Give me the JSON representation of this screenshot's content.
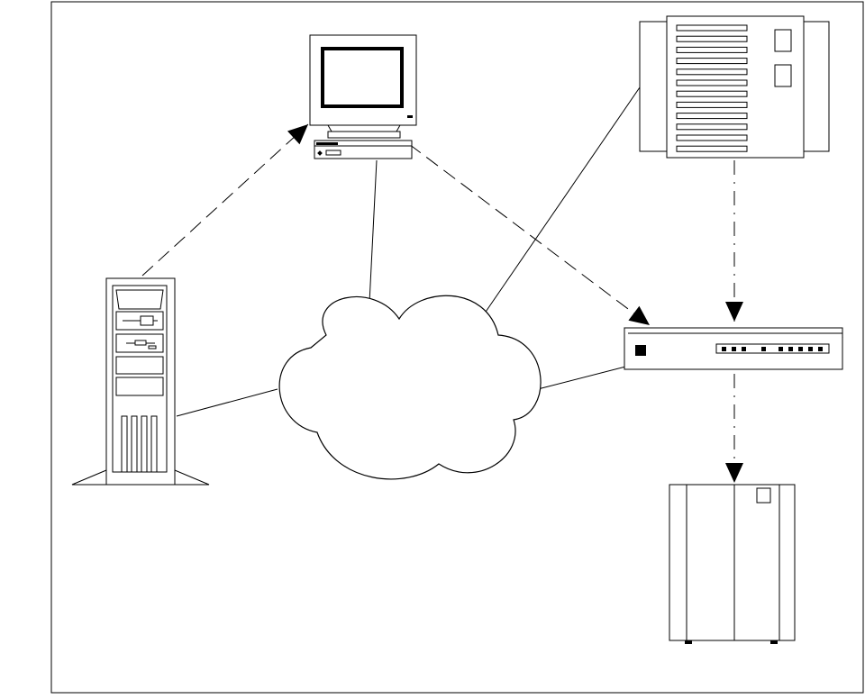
{
  "diagram": {
    "nodes": [
      {
        "id": "workstation",
        "icon": "desktop-computer-icon"
      },
      {
        "id": "tower",
        "icon": "tower-server-icon"
      },
      {
        "id": "rack",
        "icon": "rack-server-icon"
      },
      {
        "id": "network",
        "icon": "network-cloud-icon"
      },
      {
        "id": "switch",
        "icon": "network-switch-icon"
      },
      {
        "id": "storage",
        "icon": "storage-cabinet-icon"
      }
    ],
    "edges": [
      {
        "from": "tower",
        "to": "workstation",
        "style": "dashed",
        "arrow": "end"
      },
      {
        "from": "workstation",
        "to": "switch",
        "style": "dashed",
        "arrow": "end"
      },
      {
        "from": "rack",
        "to": "switch",
        "style": "dash-dot",
        "arrow": "end"
      },
      {
        "from": "switch",
        "to": "storage",
        "style": "dash-dot",
        "arrow": "end"
      },
      {
        "from": "workstation",
        "to": "network",
        "style": "solid",
        "arrow": "none"
      },
      {
        "from": "rack",
        "to": "network",
        "style": "solid",
        "arrow": "none"
      },
      {
        "from": "tower",
        "to": "network",
        "style": "solid",
        "arrow": "none"
      },
      {
        "from": "network",
        "to": "switch",
        "style": "solid",
        "arrow": "none"
      }
    ],
    "colors": {
      "stroke": "#000000",
      "fill": "#ffffff",
      "background": "#ffffff"
    }
  }
}
